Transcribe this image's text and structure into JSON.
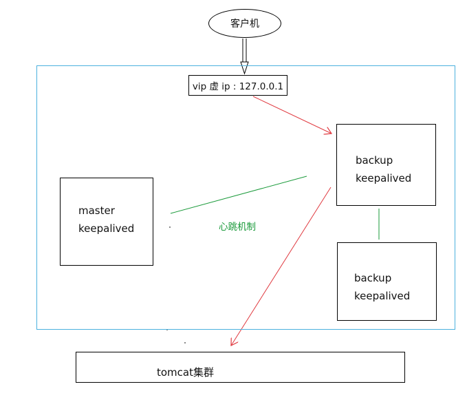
{
  "client": {
    "label": "客户机"
  },
  "vip": {
    "label": "vip 虚 ip : 127.0.0.1"
  },
  "master": {
    "line1": "master",
    "line2": "keepalived"
  },
  "backup1": {
    "line1": "backup",
    "line2": "keepalived"
  },
  "backup2": {
    "line1": "backup",
    "line2": "keepalived"
  },
  "heartbeat": {
    "label": "心跳机制"
  },
  "tomcat": {
    "label": "tomcat集群"
  },
  "colors": {
    "frame": "#4ab0de",
    "request_arrow": "#e0393f",
    "heartbeat": "#1a9a3a",
    "box_border": "#000000"
  }
}
